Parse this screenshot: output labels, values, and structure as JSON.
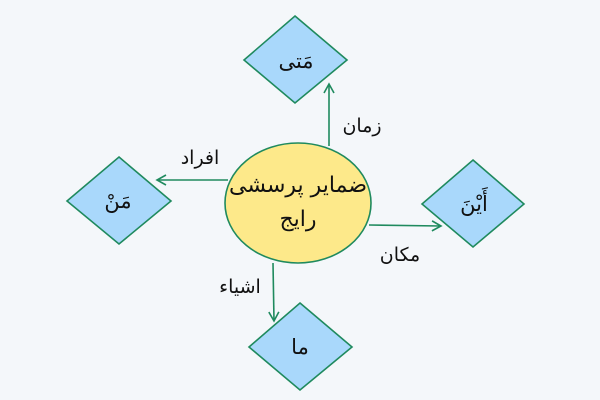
{
  "diagram": {
    "center": {
      "line1": "ضمایر پرسشی",
      "line2": "رایج"
    },
    "nodes": {
      "top": "مَتی",
      "left": "مَنْ",
      "right": "أَيْنَ",
      "bottom": "ما"
    },
    "edges": {
      "top": "زمان",
      "left": "افراد",
      "right": "مکان",
      "bottom": "اشیاء"
    },
    "colors": {
      "center_fill": "#fde98a",
      "center_stroke": "#1f8a5e",
      "diamond_fill": "#a9d8fb",
      "diamond_stroke": "#1f8a5e",
      "arrow": "#1f8a5e",
      "background": "#f4f7fa"
    }
  }
}
